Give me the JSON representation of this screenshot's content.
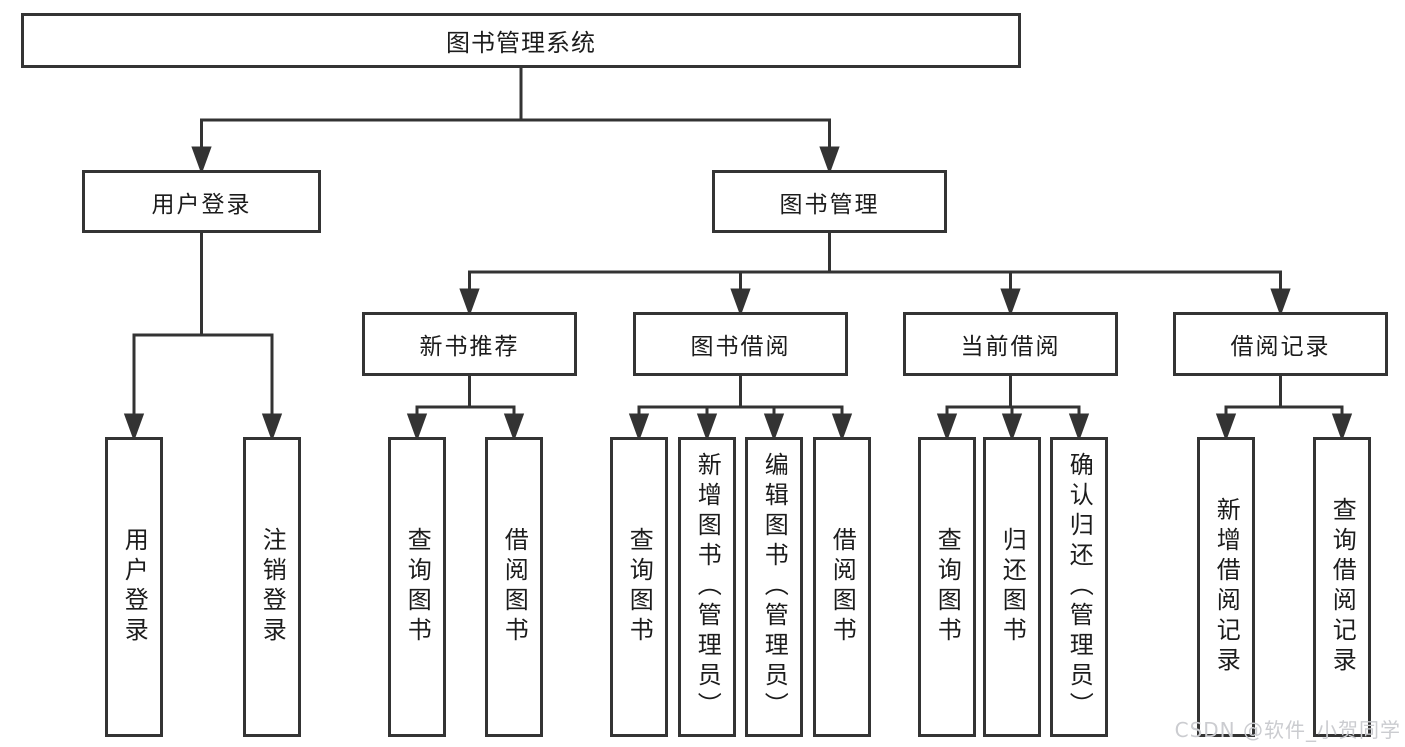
{
  "diagram": {
    "root": {
      "label": "图书管理系统",
      "children": [
        {
          "label": "用户登录",
          "children": [
            {
              "label": "用户登录"
            },
            {
              "label": "注销登录"
            }
          ]
        },
        {
          "label": "图书管理",
          "children": [
            {
              "label": "新书推荐",
              "children": [
                {
                  "label": "查询图书"
                },
                {
                  "label": "借阅图书"
                }
              ]
            },
            {
              "label": "图书借阅",
              "children": [
                {
                  "label": "查询图书"
                },
                {
                  "label": "新增图书（管理员）"
                },
                {
                  "label": "编辑图书（管理员）"
                },
                {
                  "label": "借阅图书"
                }
              ]
            },
            {
              "label": "当前借阅",
              "children": [
                {
                  "label": "查询图书"
                },
                {
                  "label": "归还图书"
                },
                {
                  "label": "确认归还（管理员）"
                }
              ]
            },
            {
              "label": "借阅记录",
              "children": [
                {
                  "label": "新增借阅记录"
                },
                {
                  "label": "查询借阅记录"
                }
              ]
            }
          ]
        }
      ]
    },
    "watermark": "CSDN @软件_小贺同学",
    "colors": {
      "line": "#333333",
      "box_border": "#343434",
      "text": "#1c1c1c",
      "watermark": "#cbccd0",
      "background": "#ffffff"
    }
  }
}
